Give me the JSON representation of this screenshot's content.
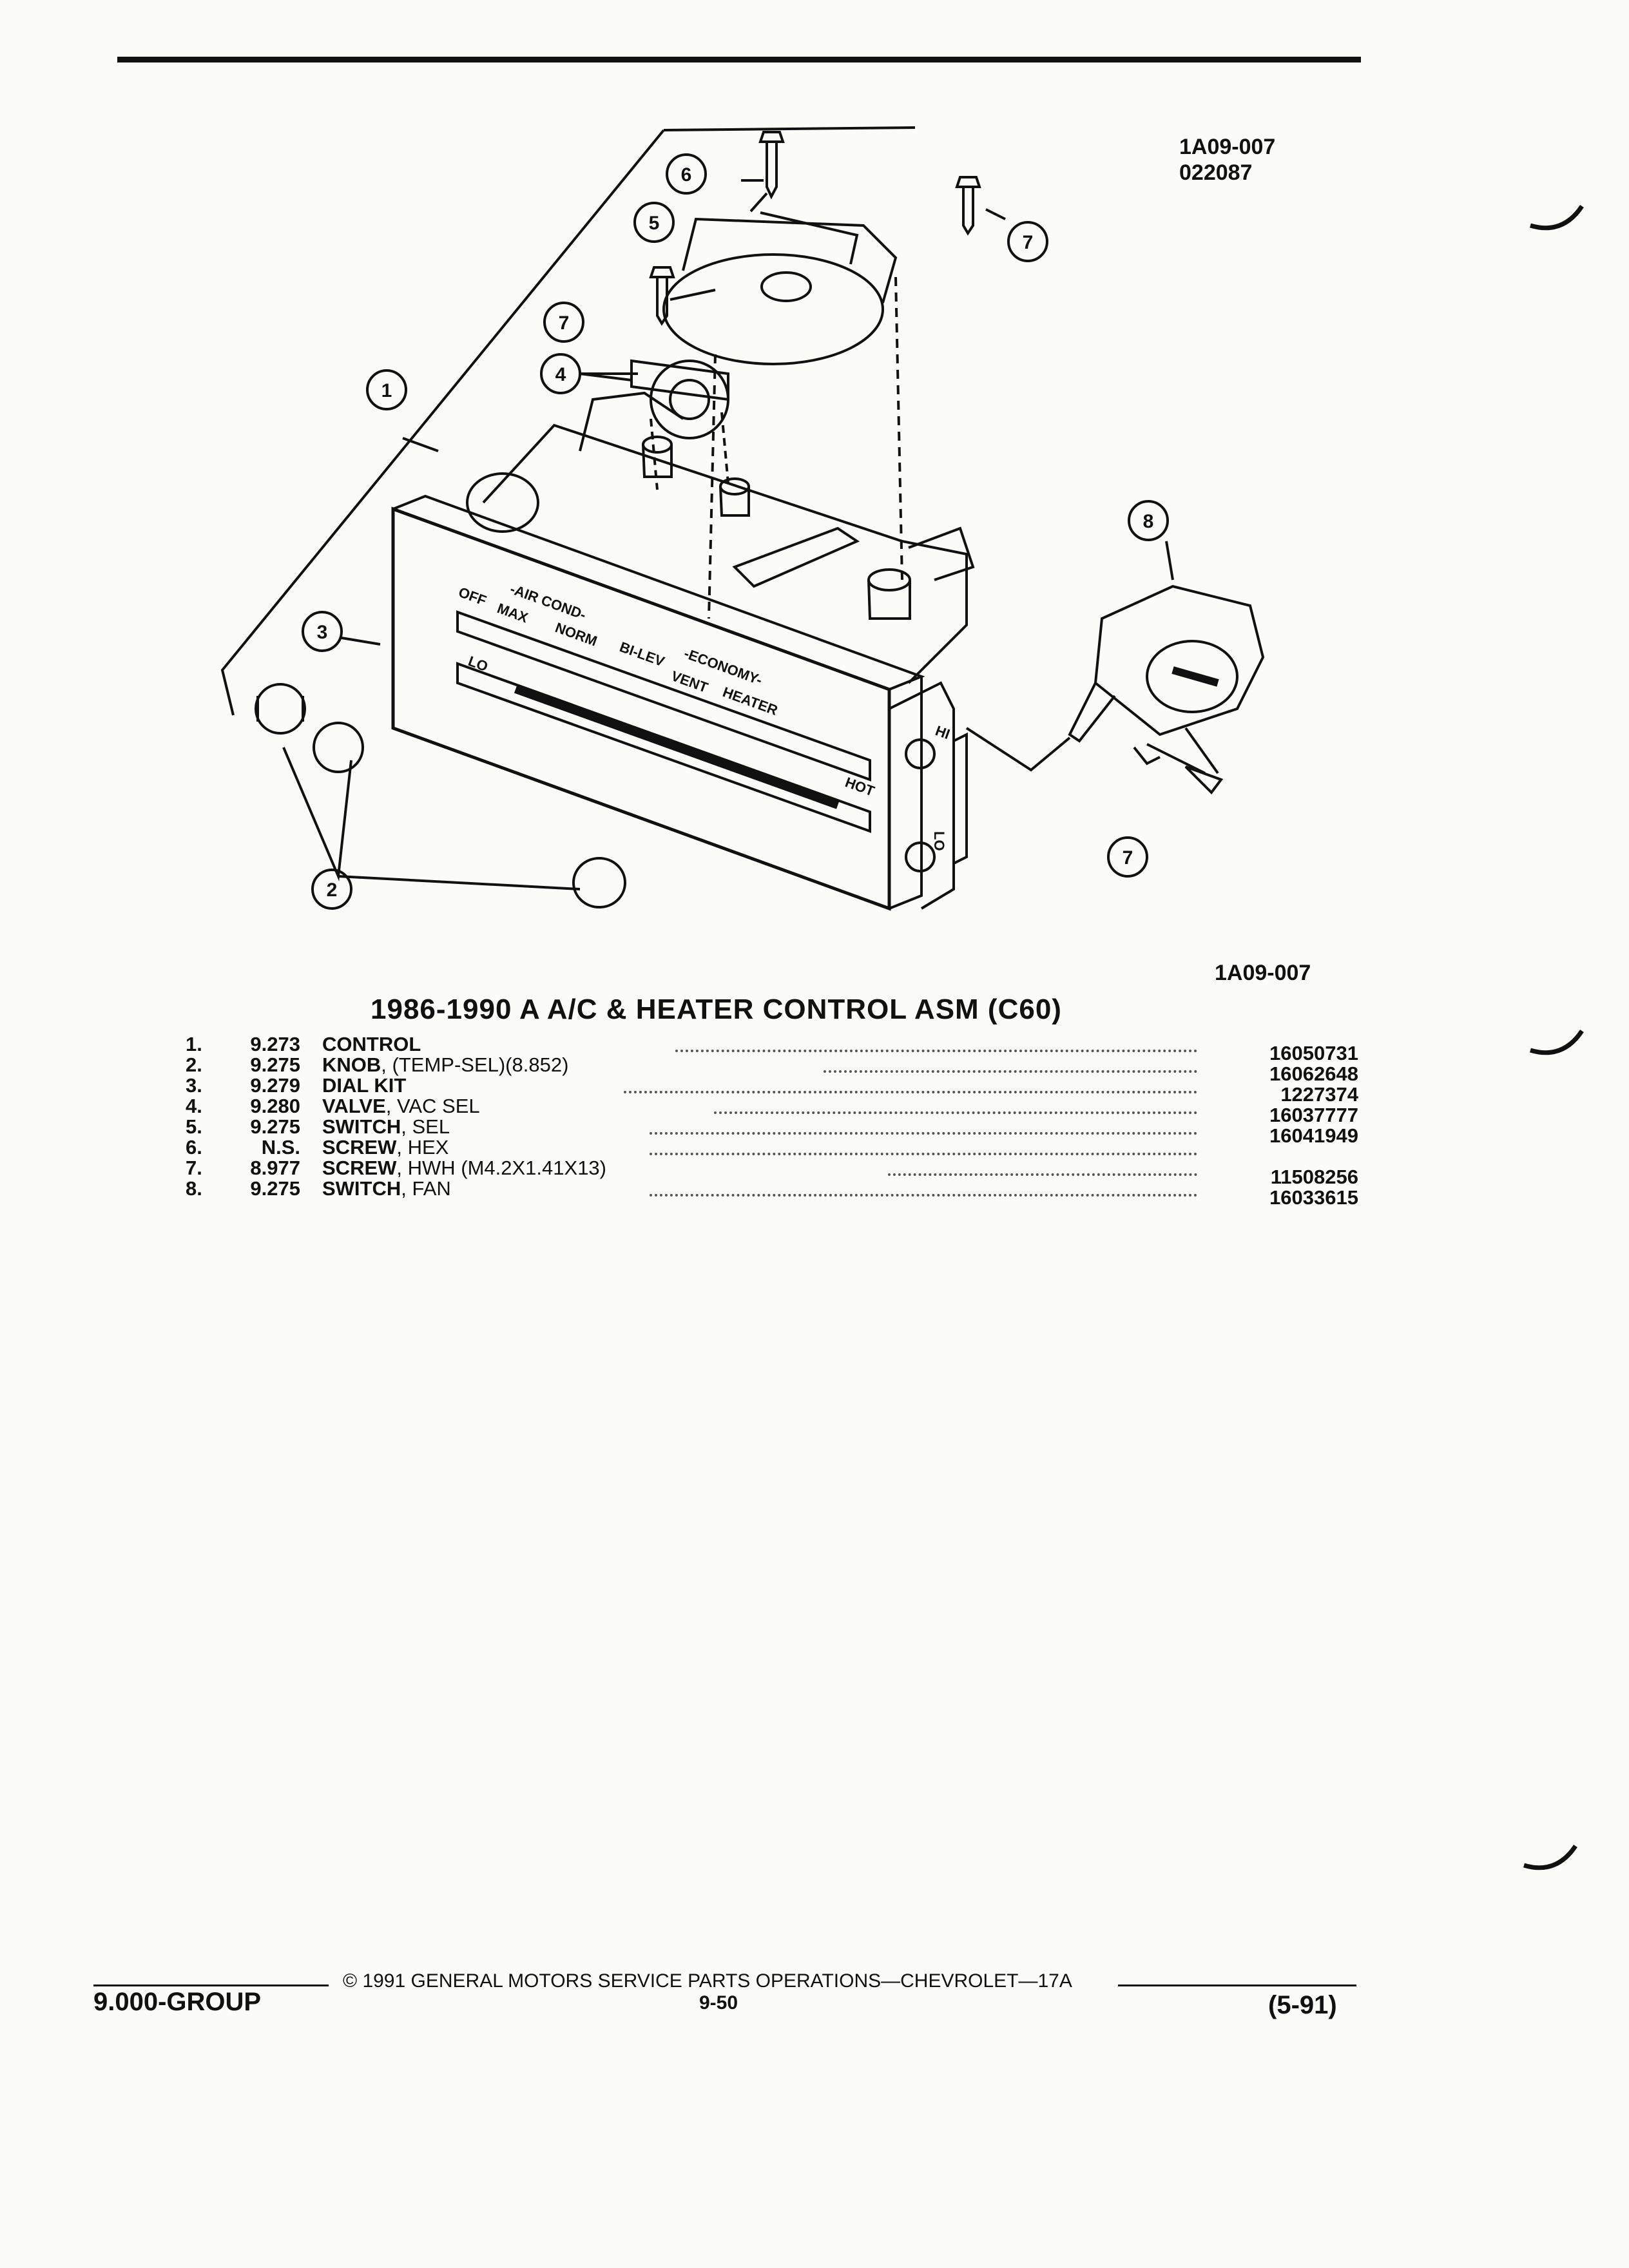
{
  "header": {
    "ref_code": "1A09-007",
    "ref_date": "022087"
  },
  "diagram": {
    "caption": "1A09-007",
    "callouts": [
      "1",
      "2",
      "3",
      "4",
      "5",
      "6",
      "7",
      "8"
    ],
    "panel_labels": {
      "off": "OFF",
      "max": "MAX",
      "norm": "NORM",
      "bilev": "BI-LEV",
      "vent": "VENT",
      "heater": "HEATER",
      "aircond": "-AIR COND-",
      "economy": "-ECONOMY-",
      "lo": "LO",
      "hot": "HOT",
      "hi": "HI",
      "lo2": "LO"
    }
  },
  "title": "1986-1990 A A/C & HEATER CONTROL ASM (C60)",
  "parts": [
    {
      "num": "1.",
      "group": "9.273",
      "name": "CONTROL",
      "detail": "",
      "part_no": "16050731"
    },
    {
      "num": "2.",
      "group": "9.275",
      "name": "KNOB",
      "detail": ", (TEMP-SEL)(8.852)",
      "part_no": "16062648"
    },
    {
      "num": "3.",
      "group": "9.279",
      "name": "DIAL KIT",
      "detail": "",
      "part_no": "1227374"
    },
    {
      "num": "4.",
      "group": "9.280",
      "name": "VALVE",
      "detail": ", VAC SEL",
      "part_no": "16037777"
    },
    {
      "num": "5.",
      "group": "9.275",
      "name": "SWITCH",
      "detail": ", SEL",
      "part_no": "16041949"
    },
    {
      "num": "6.",
      "group": "N.S.",
      "name": "SCREW",
      "detail": ", HEX",
      "part_no": ""
    },
    {
      "num": "7.",
      "group": "8.977",
      "name": "SCREW",
      "detail": ", HWH (M4.2X1.41X13)",
      "part_no": "11508256"
    },
    {
      "num": "8.",
      "group": "9.275",
      "name": "SWITCH",
      "detail": ", FAN",
      "part_no": "16033615"
    }
  ],
  "footer": {
    "copyright": "© 1991 GENERAL MOTORS SERVICE PARTS OPERATIONS—CHEVROLET—17A",
    "group": "9.000-GROUP",
    "page": "9-50",
    "date": "(5-91)"
  }
}
